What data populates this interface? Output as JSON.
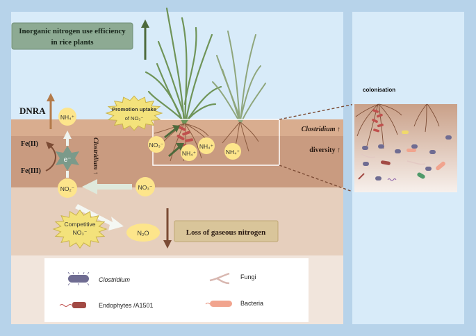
{
  "header": {
    "title_line1": "Inorganic nitrogen use efficiency",
    "title_line2": "in rice plants"
  },
  "left_labels": {
    "dnra": "DNRA",
    "fe2": "Fe(II)",
    "fe3": "Fe(III)",
    "electron": "e⁻",
    "clostridium_vertical": "Clostridium ↑"
  },
  "ions": {
    "nh4_top": "NH₄⁺",
    "no3_root": "NO₃⁻",
    "nh4_root_a": "NH₄⁺",
    "nh4_root_b": "NH₄⁺",
    "nh4_root_c": "NH₄⁺",
    "no2": "NO₂⁻",
    "no3_mid": "NO₃⁻",
    "n2o": "N₂O"
  },
  "bursts": {
    "promotion_line1": "Promotion uptake",
    "promotion_line2": "of  NO₃⁻",
    "competitive_line1": "Competitive",
    "competitive_line2": "NO₃⁻"
  },
  "right_labels": {
    "clostridium_up": "Clostridium ↑",
    "diversity_up": "diversity  ↑",
    "colonisation": "colonisation"
  },
  "loss_box": {
    "label": "Loss of gaseous nitrogen"
  },
  "legend": {
    "clostridium": "Clostridium",
    "fungi": "Fungi",
    "endophytes": "Endophytes /A1501",
    "bacteria": "Bacteria"
  },
  "colors": {
    "sky": "#d8ebf9",
    "soil_top": "#d9ad8f",
    "soil_mid": "#c99b80",
    "soil_low": "#e6cfbd",
    "title_box": "#8daa93",
    "loss_box": "#d9c59a",
    "ion_yellow": "#fde58b",
    "burst_yellow": "#f3e27b",
    "arrow_green": "#4d6a3c",
    "arrow_brown": "#7b4b34"
  }
}
